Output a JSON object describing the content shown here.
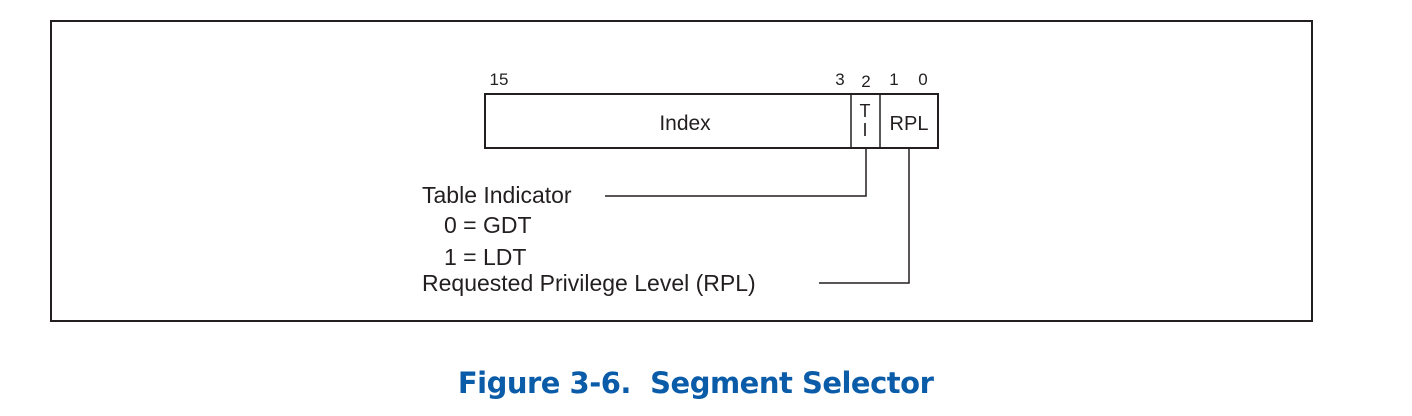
{
  "figure": {
    "bit_labels": {
      "b15": "15",
      "b3": "3",
      "b2": "2",
      "b1": "1",
      "b0": "0"
    },
    "fields": {
      "index": "Index",
      "ti_top": "T",
      "ti_bottom": "I",
      "rpl": "RPL"
    },
    "callouts": {
      "table_indicator": "Table Indicator",
      "gdt": "0 = GDT",
      "ldt": "1 = LDT",
      "rpl_label": "Requested Privilege Level (RPL)"
    },
    "caption": "Figure 3-6.  Segment Selector"
  },
  "colors": {
    "line": "#231f20",
    "caption": "#0a5ba8"
  }
}
